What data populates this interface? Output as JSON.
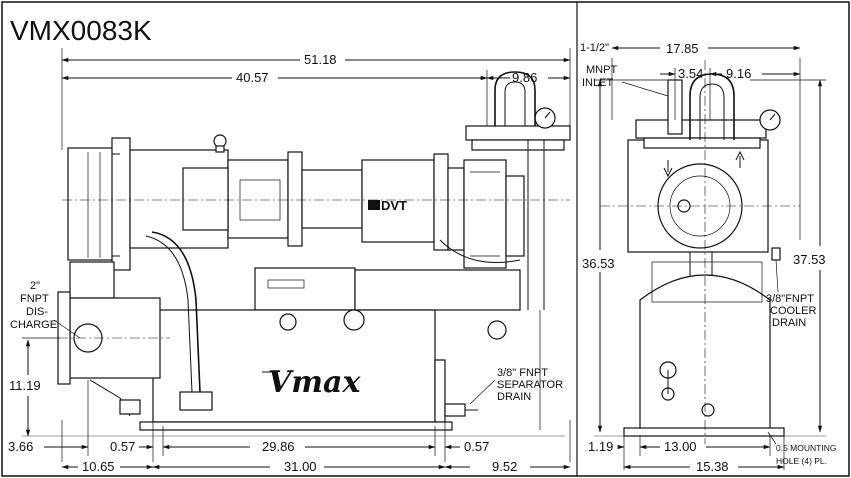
{
  "title": "VMX0083K",
  "brand_logo": "Vmax",
  "motor_logo": "DVT",
  "dimensions": {
    "overall_length": "51.18",
    "pump_length": "40.57",
    "side_offset": "9.86",
    "end_width_top": "17.85",
    "inlet_offset": "3.54",
    "inlet_to_side": "9.16",
    "left_height": "36.53",
    "right_height": "37.53",
    "discharge_height": "11.19",
    "base_left": "3.66",
    "left_gap": "0.57",
    "base_span": "29.86",
    "right_gap": "0.57",
    "left_bottom": "10.65",
    "base_length": "31.00",
    "right_bottom": "9.52",
    "end_left_offset": "1.19",
    "end_base_span": "13.00",
    "end_base_width": "15.38"
  },
  "labels": {
    "inlet_size": "1-1/2\"",
    "inlet_type": "MNPT",
    "inlet_name": "INLET",
    "discharge_size": "2\"",
    "discharge_type": "FNPT",
    "discharge_name_1": "DIS-",
    "discharge_name_2": "CHARGE",
    "separator_1": "3/8\" FNPT",
    "separator_2": "SEPARATOR",
    "separator_3": "DRAIN",
    "cooler_1": "3/8\"FNPT",
    "cooler_2": "COOLER",
    "cooler_3": "DRAIN",
    "mount_1": "0.5 MOUNTING",
    "mount_2": "HOLE (4) PL."
  }
}
